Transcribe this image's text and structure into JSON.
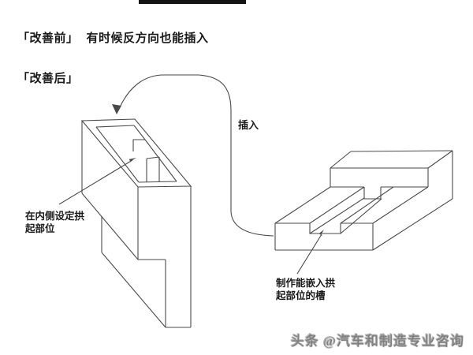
{
  "header": {
    "before_label": "「改善前」",
    "before_note": "有时候反方向也能插入",
    "after_label": "「改善后」"
  },
  "diagram": {
    "arrow_label": "插入",
    "bump_callout_line1": "在内侧设定拱",
    "bump_callout_line2": "起部位",
    "groove_callout_line1": "制作能嵌入拱",
    "groove_callout_line2": "起部位的槽"
  },
  "watermark": {
    "text": "头条 @汽车和制造专业咨询"
  },
  "colors": {
    "line": "#4a4a4a",
    "text": "#1a1a1a",
    "watermark": "rgba(150,150,150,0.6)",
    "top_bar": "#141414"
  }
}
